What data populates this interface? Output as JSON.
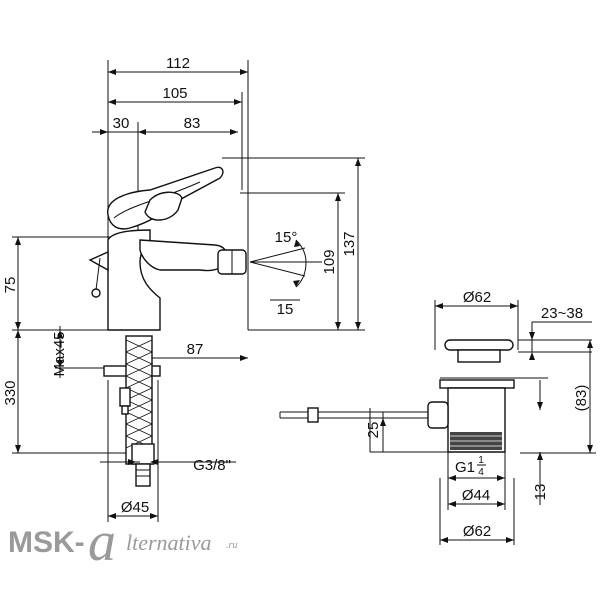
{
  "dimensions": {
    "d112": "112",
    "d105": "105",
    "d30": "30",
    "d83": "83",
    "d137": "137",
    "d109": "109",
    "angle_top": "15°",
    "angle_bottom": "15",
    "d75": "75",
    "max45": "Max45",
    "d87": "87",
    "d330": "330",
    "thread_g38": "G3/8\"",
    "dia45": "Ø45",
    "dia62_top": "Ø62",
    "range_23_38": "23~38",
    "d83_paren": "(83)",
    "d25": "25",
    "thread_g1": "G1",
    "frac_num": "1",
    "frac_den": "4",
    "dia44": "Ø44",
    "d13": "13",
    "dia62_bottom": "Ø62"
  },
  "watermark": {
    "brand_left": "MSK-",
    "brand_a": "a",
    "brand_right": "lternativa",
    "brand_tld": ".ru"
  }
}
